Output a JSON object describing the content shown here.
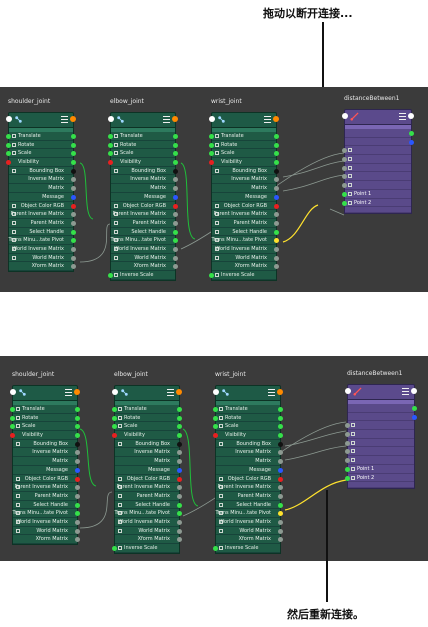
{
  "annotations": {
    "top": "拖动以断开连接...",
    "bottom": "然后重新连接。"
  },
  "joint_rows": [
    {
      "label": "Translate",
      "side": "l",
      "box": true,
      "in": "g",
      "out": "g"
    },
    {
      "label": "Rotate",
      "side": "l",
      "box": true,
      "in": "g",
      "out": "g"
    },
    {
      "label": "Scale",
      "side": "l",
      "box": true,
      "in": "g",
      "out": "g"
    },
    {
      "label": "Visibility",
      "side": "l",
      "box": false,
      "in": "o",
      "out": "g"
    },
    {
      "label": "Bounding Box",
      "side": "r",
      "box": true,
      "in": "",
      "out": "bk"
    },
    {
      "label": "Inverse Matrix",
      "side": "r",
      "box": false,
      "in": "",
      "out": "gr"
    },
    {
      "label": "Matrix",
      "side": "r",
      "box": false,
      "in": "",
      "out": "gr"
    },
    {
      "label": "Message",
      "side": "r",
      "box": false,
      "in": "",
      "out": "bl"
    },
    {
      "label": "Object Color RGB",
      "side": "r",
      "box": true,
      "in": "",
      "out": "rd"
    },
    {
      "label": "Parent Inverse Matrix",
      "side": "r",
      "box": true,
      "in": "",
      "out": "gr"
    },
    {
      "label": "Parent Matrix",
      "side": "r",
      "box": true,
      "in": "",
      "out": "gr"
    },
    {
      "label": "Select Handle",
      "side": "r",
      "box": true,
      "in": "",
      "out": "g"
    },
    {
      "label": "Trans Minu...tate Pivot",
      "side": "r",
      "box": true,
      "in": "",
      "out": "g"
    },
    {
      "label": "World Inverse Matrix",
      "side": "r",
      "box": true,
      "in": "",
      "out": "gr"
    },
    {
      "label": "World Matrix",
      "side": "r",
      "box": true,
      "in": "",
      "out": "gr"
    },
    {
      "label": "Xform Matrix",
      "side": "r",
      "box": false,
      "in": "",
      "out": "gr"
    }
  ],
  "inverse_scale_label": "Inverse Scale",
  "panels": [
    {
      "nodes": [
        {
          "title": "shoulder_joint",
          "extra_row": false
        },
        {
          "title": "elbow_joint",
          "extra_row": true
        },
        {
          "title": "wrist_joint",
          "extra_row": true
        }
      ],
      "dist": {
        "title": "distanceBetween1",
        "rows": [
          "Point 1",
          "Point 2"
        ]
      }
    },
    {
      "nodes": [
        {
          "title": "shoulder_joint",
          "extra_row": false
        },
        {
          "title": "elbow_joint",
          "extra_row": true
        },
        {
          "title": "wrist_joint",
          "extra_row": true
        }
      ],
      "dist": {
        "title": "distanceBetween1",
        "rows": [
          "Point 1",
          "Point 2"
        ]
      }
    }
  ]
}
